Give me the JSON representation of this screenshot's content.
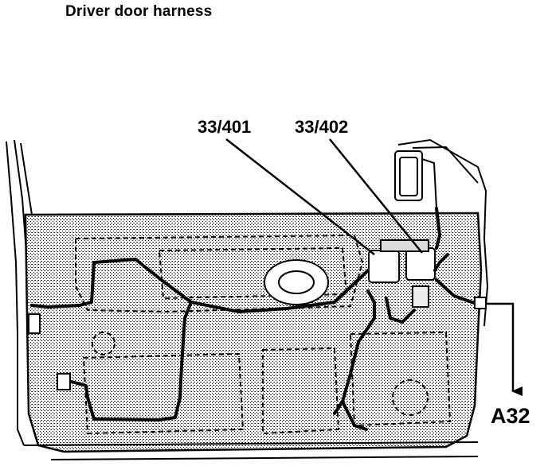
{
  "title": "Driver door harness",
  "callouts": {
    "connector_1": "33/401",
    "connector_2": "33/402",
    "arrow_target": "A32"
  }
}
